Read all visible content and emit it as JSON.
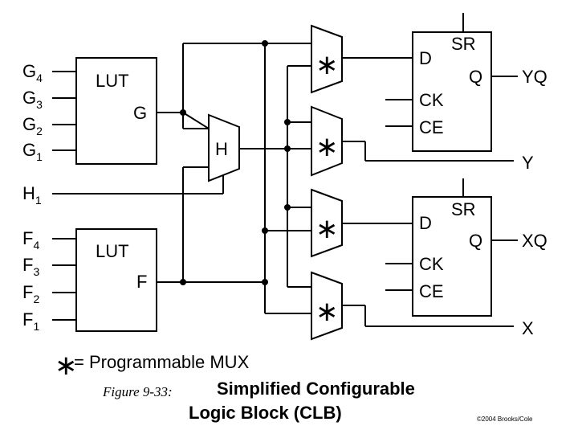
{
  "inputs": {
    "g4": {
      "base": "G",
      "sub": "4"
    },
    "g3": {
      "base": "G",
      "sub": "3"
    },
    "g2": {
      "base": "G",
      "sub": "2"
    },
    "g1": {
      "base": "G",
      "sub": "1"
    },
    "h1": {
      "base": "H",
      "sub": "1"
    },
    "f4": {
      "base": "F",
      "sub": "4"
    },
    "f3": {
      "base": "F",
      "sub": "3"
    },
    "f2": {
      "base": "F",
      "sub": "2"
    },
    "f1": {
      "base": "F",
      "sub": "1"
    }
  },
  "lut_top": {
    "title": "LUT",
    "out": "G"
  },
  "lut_bottom": {
    "title": "LUT",
    "out": "F"
  },
  "h_mux": {
    "label": "H"
  },
  "prog_mux_symbol": "∗",
  "ff_top": {
    "d": "D",
    "sr": "SR",
    "q": "Q",
    "ck": "CK",
    "ce": "CE"
  },
  "ff_bottom": {
    "d": "D",
    "sr": "SR",
    "q": "Q",
    "ck": "CK",
    "ce": "CE"
  },
  "outputs": {
    "yq": "YQ",
    "y": "Y",
    "xq": "XQ",
    "x": "X"
  },
  "legend": {
    "symbol": "∗",
    "text": "= Programmable MUX"
  },
  "caption": {
    "figure": "Figure 9-33:",
    "line1": "Simplified Configurable",
    "line2": "Logic Block (CLB)"
  },
  "copyright": "©2004 Brooks/Cole"
}
